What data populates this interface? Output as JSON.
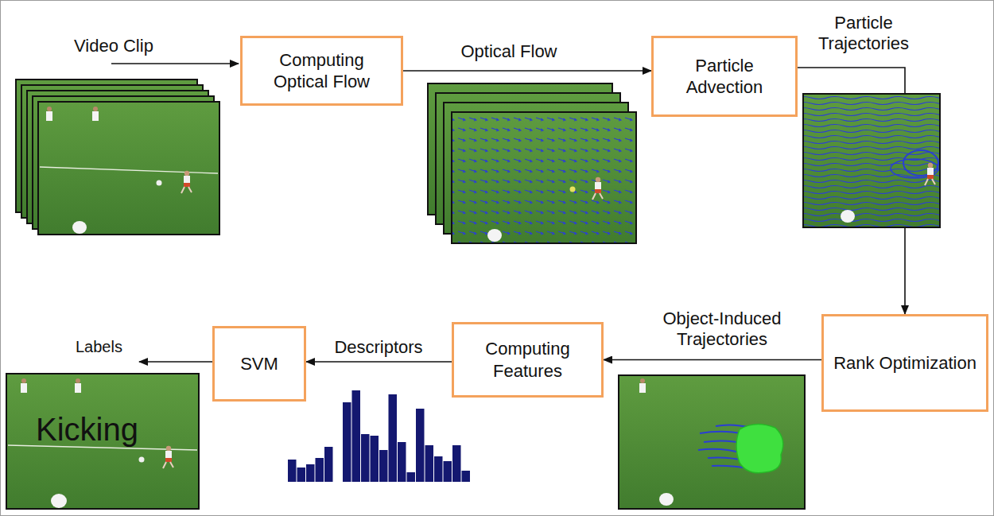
{
  "diagram": {
    "nodes": [
      {
        "text": [
          "Computing Optical Flow"
        ]
      },
      {
        "text": [
          "Particle Advection"
        ]
      },
      {
        "text": [
          "Rank Optimization"
        ]
      },
      {
        "text": [
          "Computing Features"
        ]
      },
      {
        "text": [
          "SVM"
        ]
      }
    ],
    "edges": [
      {
        "from": 0,
        "to": 1,
        "label": "Optical Flow",
        "arrow": "to"
      },
      {
        "from": 1,
        "to": 2,
        "label": "Particle Trajectories",
        "arrow": "to"
      },
      {
        "from": 2,
        "to": 3,
        "label": "Object-Induced Trajectories",
        "arrow": "to"
      },
      {
        "from": 3,
        "to": 4,
        "label": "Descriptors",
        "arrow": "to"
      }
    ],
    "labels": [
      "Video Clip",
      "Labels",
      "Kicking"
    ]
  }
}
